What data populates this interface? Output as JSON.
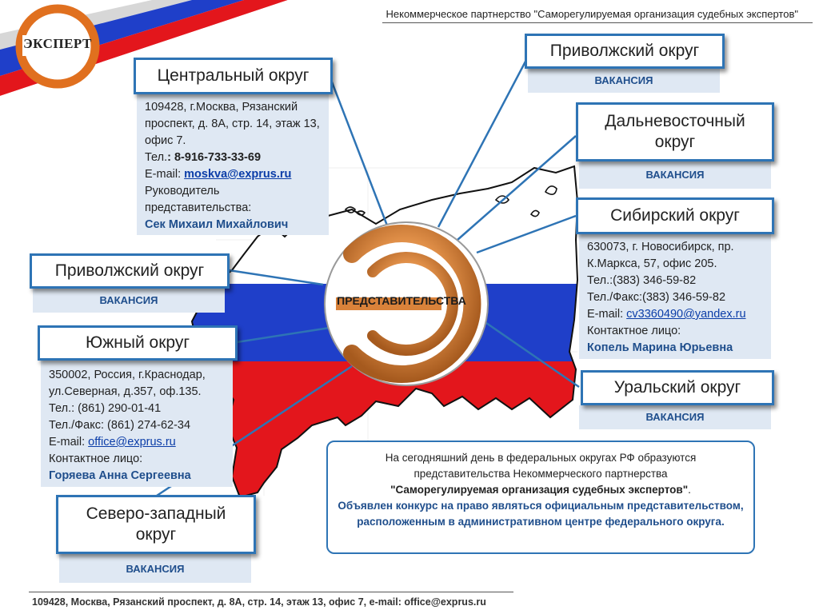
{
  "header": {
    "org_text": "Некоммерческое партнерство \"Саморегулируемая организация судебных экспертов\""
  },
  "logo": {
    "text": "ЭКСПЕРТ"
  },
  "center": {
    "label": "ПРЕДСТАВИТЕЛЬСТВА"
  },
  "vacancy_label": "ВАКАНСИЯ",
  "districts": {
    "central": {
      "title": "Центральный округ",
      "address": "109428, г.Москва, Рязанский проспект, д. 8А, стр. 14, этаж 13, офис 7.",
      "phone_label": "Тел.",
      "phone": ": 8-916-733-33-69",
      "email_label": "E-mail: ",
      "email": "moskva@exprus.ru",
      "contact_label": "Руководитель представительства:",
      "contact_name": "Сек Михаил Михайлович"
    },
    "volga_top": {
      "title": "Приволжский округ"
    },
    "far_east": {
      "title": "Дальневосточный округ"
    },
    "siberian": {
      "title": "Сибирский округ",
      "address": "630073, г. Новосибирск, пр. К.Маркса, 57, офис 205.",
      "phone": "Тел.:(383) 346-59-82",
      "fax": "Тел./Факс:(383) 346-59-82",
      "email_label": "E-mail: ",
      "email": "cv3360490@yandex.ru",
      "contact_label": "Контактное лицо:",
      "contact_name": "Копель Марина Юрьевна"
    },
    "volga_left": {
      "title": "Приволжский округ"
    },
    "southern": {
      "title": "Южный округ",
      "address": "350002, Россия, г.Краснодар, ул.Северная, д.357, оф.135.",
      "phone": "Тел.: (861) 290-01-41",
      "fax": "Тел./Факс: (861) 274-62-34",
      "email_label": "E-mail: ",
      "email": "office@exprus.ru",
      "contact_label": "Контактное лицо:",
      "contact_name": "Горяева Анна Сергеевна"
    },
    "northwest": {
      "title": "Северо-западный округ"
    },
    "ural": {
      "title": "Уральский округ"
    }
  },
  "notice": {
    "line1": "На сегодняшний день в федеральных округах РФ образуются представительства Некоммерческого партнерства",
    "org": "\"Саморегулируемая организация судебных экспертов\"",
    "dot": ".",
    "contest": "Объявлен конкурс на право являться официальным представительством, расположенным в административном центре федерального округа."
  },
  "footer": {
    "address": "109428, Москва, Рязанский проспект, д. 8А, стр. 14, этаж 13, офис 7, e-mail: office@exprus.ru"
  },
  "colors": {
    "accent_blue": "#2e74b5",
    "flag_blue": "#1f3fc9",
    "flag_red": "#e3161c",
    "orange": "#d9823a"
  }
}
